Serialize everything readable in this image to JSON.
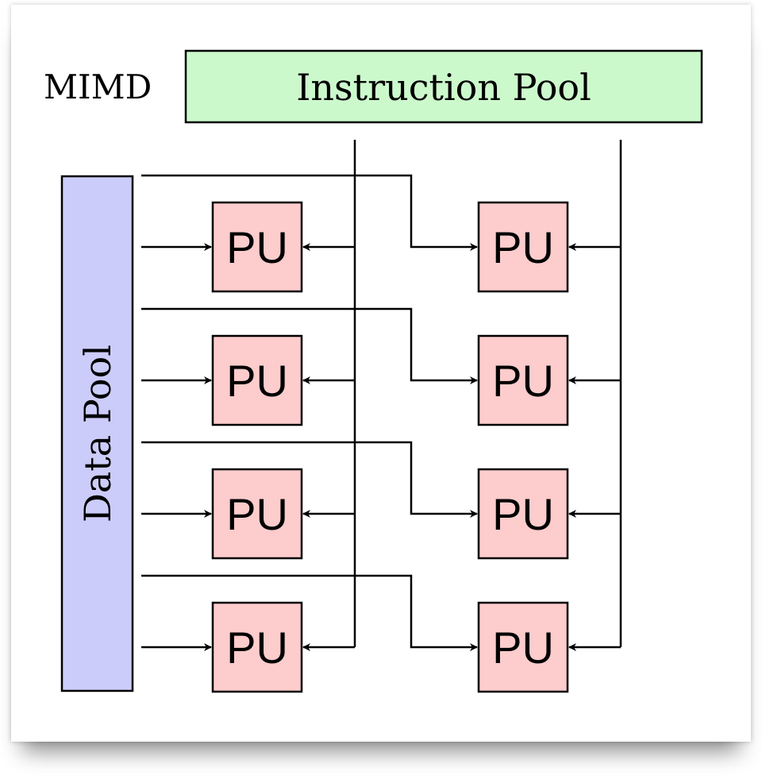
{
  "title": "MIMD",
  "instruction_pool": {
    "label": "Instruction Pool",
    "fill": "#ccf9cc",
    "stroke": "#000000"
  },
  "data_pool": {
    "label": "Data Pool",
    "fill": "#ccccfa",
    "stroke": "#000000"
  },
  "processing_units": {
    "label": "PU",
    "fill": "#fdcccc",
    "stroke": "#000000",
    "rows": 4,
    "columns": 2
  }
}
